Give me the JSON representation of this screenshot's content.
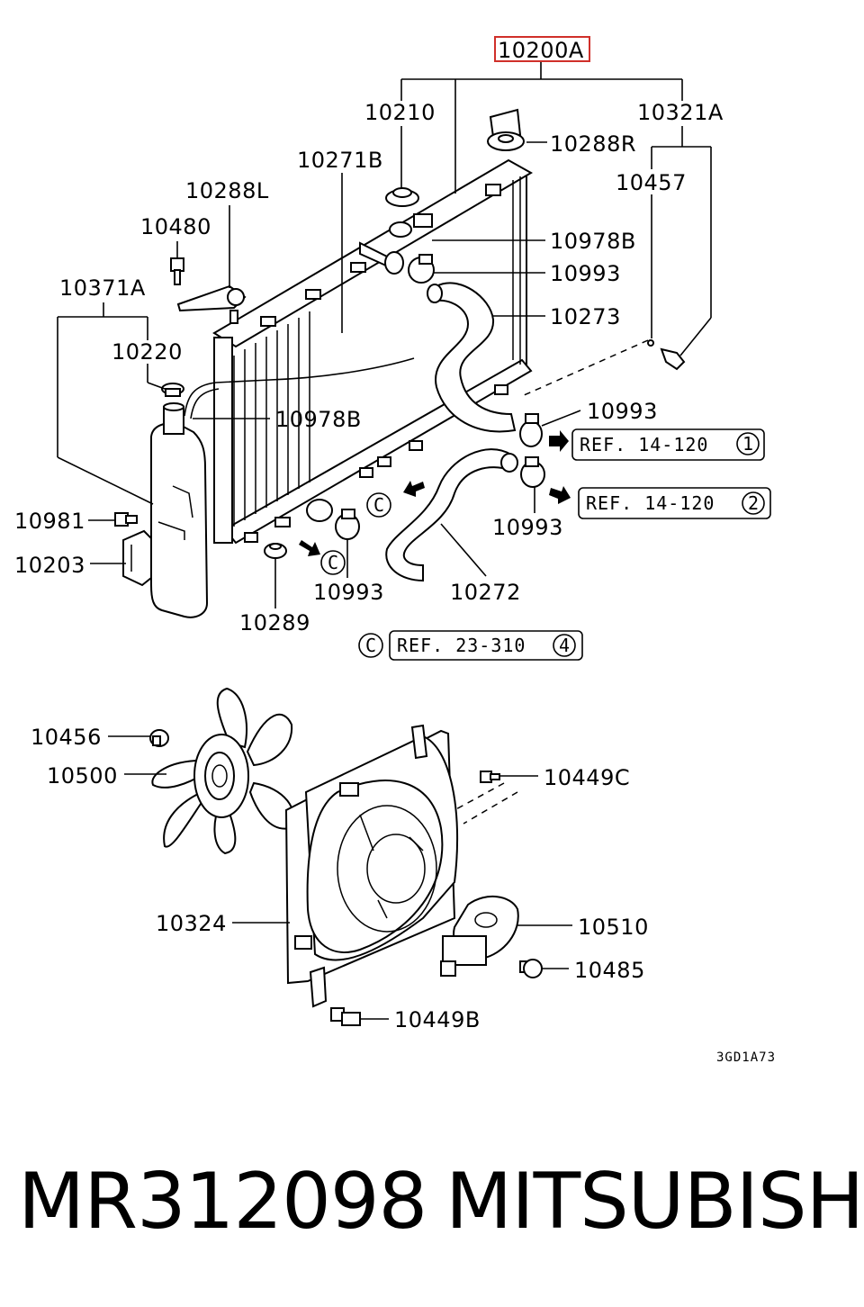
{
  "labels": {
    "assy": "10200A",
    "l10210": "10210",
    "l10321A": "10321A",
    "l10288R": "10288R",
    "l10271B": "10271B",
    "l10457": "10457",
    "l10288L": "10288L",
    "l10480": "10480",
    "l10978B_a": "10978B",
    "l10993_a": "10993",
    "l10371A": "10371A",
    "l10273": "10273",
    "l10220": "10220",
    "l10978B_b": "10978B",
    "l10993_b": "10993",
    "l10981": "10981",
    "l10993_c": "10993",
    "l10203": "10203",
    "l10993_d": "10993",
    "l10272": "10272",
    "l10289": "10289",
    "l10456": "10456",
    "l10500": "10500",
    "l10449C": "10449C",
    "l10324": "10324",
    "l10510": "10510",
    "l10485": "10485",
    "l10449B": "10449B"
  },
  "refs": {
    "ref1_text": "REF. 14-120",
    "ref1_num": "1",
    "ref2_text": "REF. 14-120",
    "ref2_num": "2",
    "ref3_text": "REF. 23-310",
    "ref3_num": "4",
    "c_marker": "C"
  },
  "figure_code": "3GD1A73",
  "footer": {
    "part_number": "MR312098",
    "brand": "MITSUBISHI"
  },
  "colors": {
    "highlight_box": "#d0302a",
    "ink": "#000000",
    "background": "#ffffff"
  }
}
